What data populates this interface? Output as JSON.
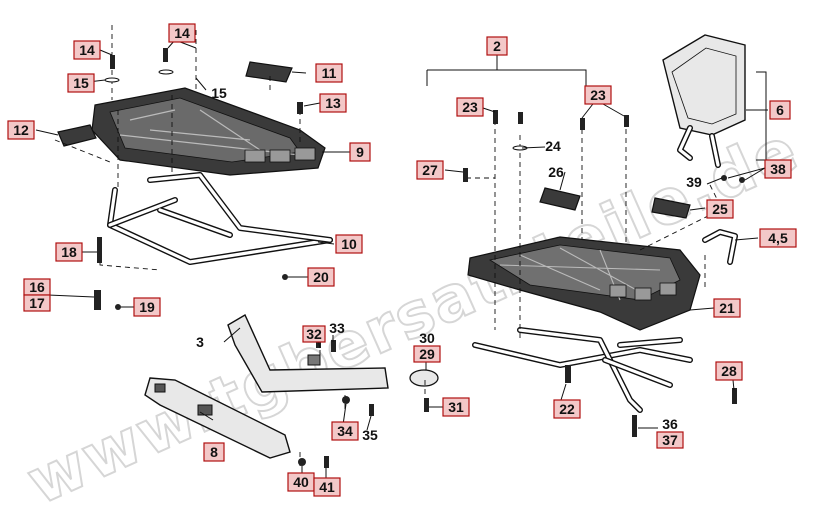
{
  "watermark": "www.tgbersatzteile.de",
  "callouts": {
    "c2": "2",
    "c3": "3",
    "c4_5": "4,5",
    "c6": "6",
    "c8": "8",
    "c9": "9",
    "c10": "10",
    "c11": "11",
    "c12": "12",
    "c13": "13",
    "c14a": "14",
    "c14b": "14",
    "c15a": "15",
    "c15b": "15",
    "c16": "16",
    "c17": "17",
    "c18": "18",
    "c19": "19",
    "c20": "20",
    "c21": "21",
    "c22": "22",
    "c23a": "23",
    "c23b": "23",
    "c24": "24",
    "c25": "25",
    "c26": "26",
    "c27": "27",
    "c28": "28",
    "c29": "29",
    "c30": "30",
    "c31": "31",
    "c32": "32",
    "c33": "33",
    "c34": "34",
    "c35": "35",
    "c36": "36",
    "c37": "37",
    "c38": "38",
    "c39": "39",
    "c40": "40",
    "c41": "41"
  }
}
